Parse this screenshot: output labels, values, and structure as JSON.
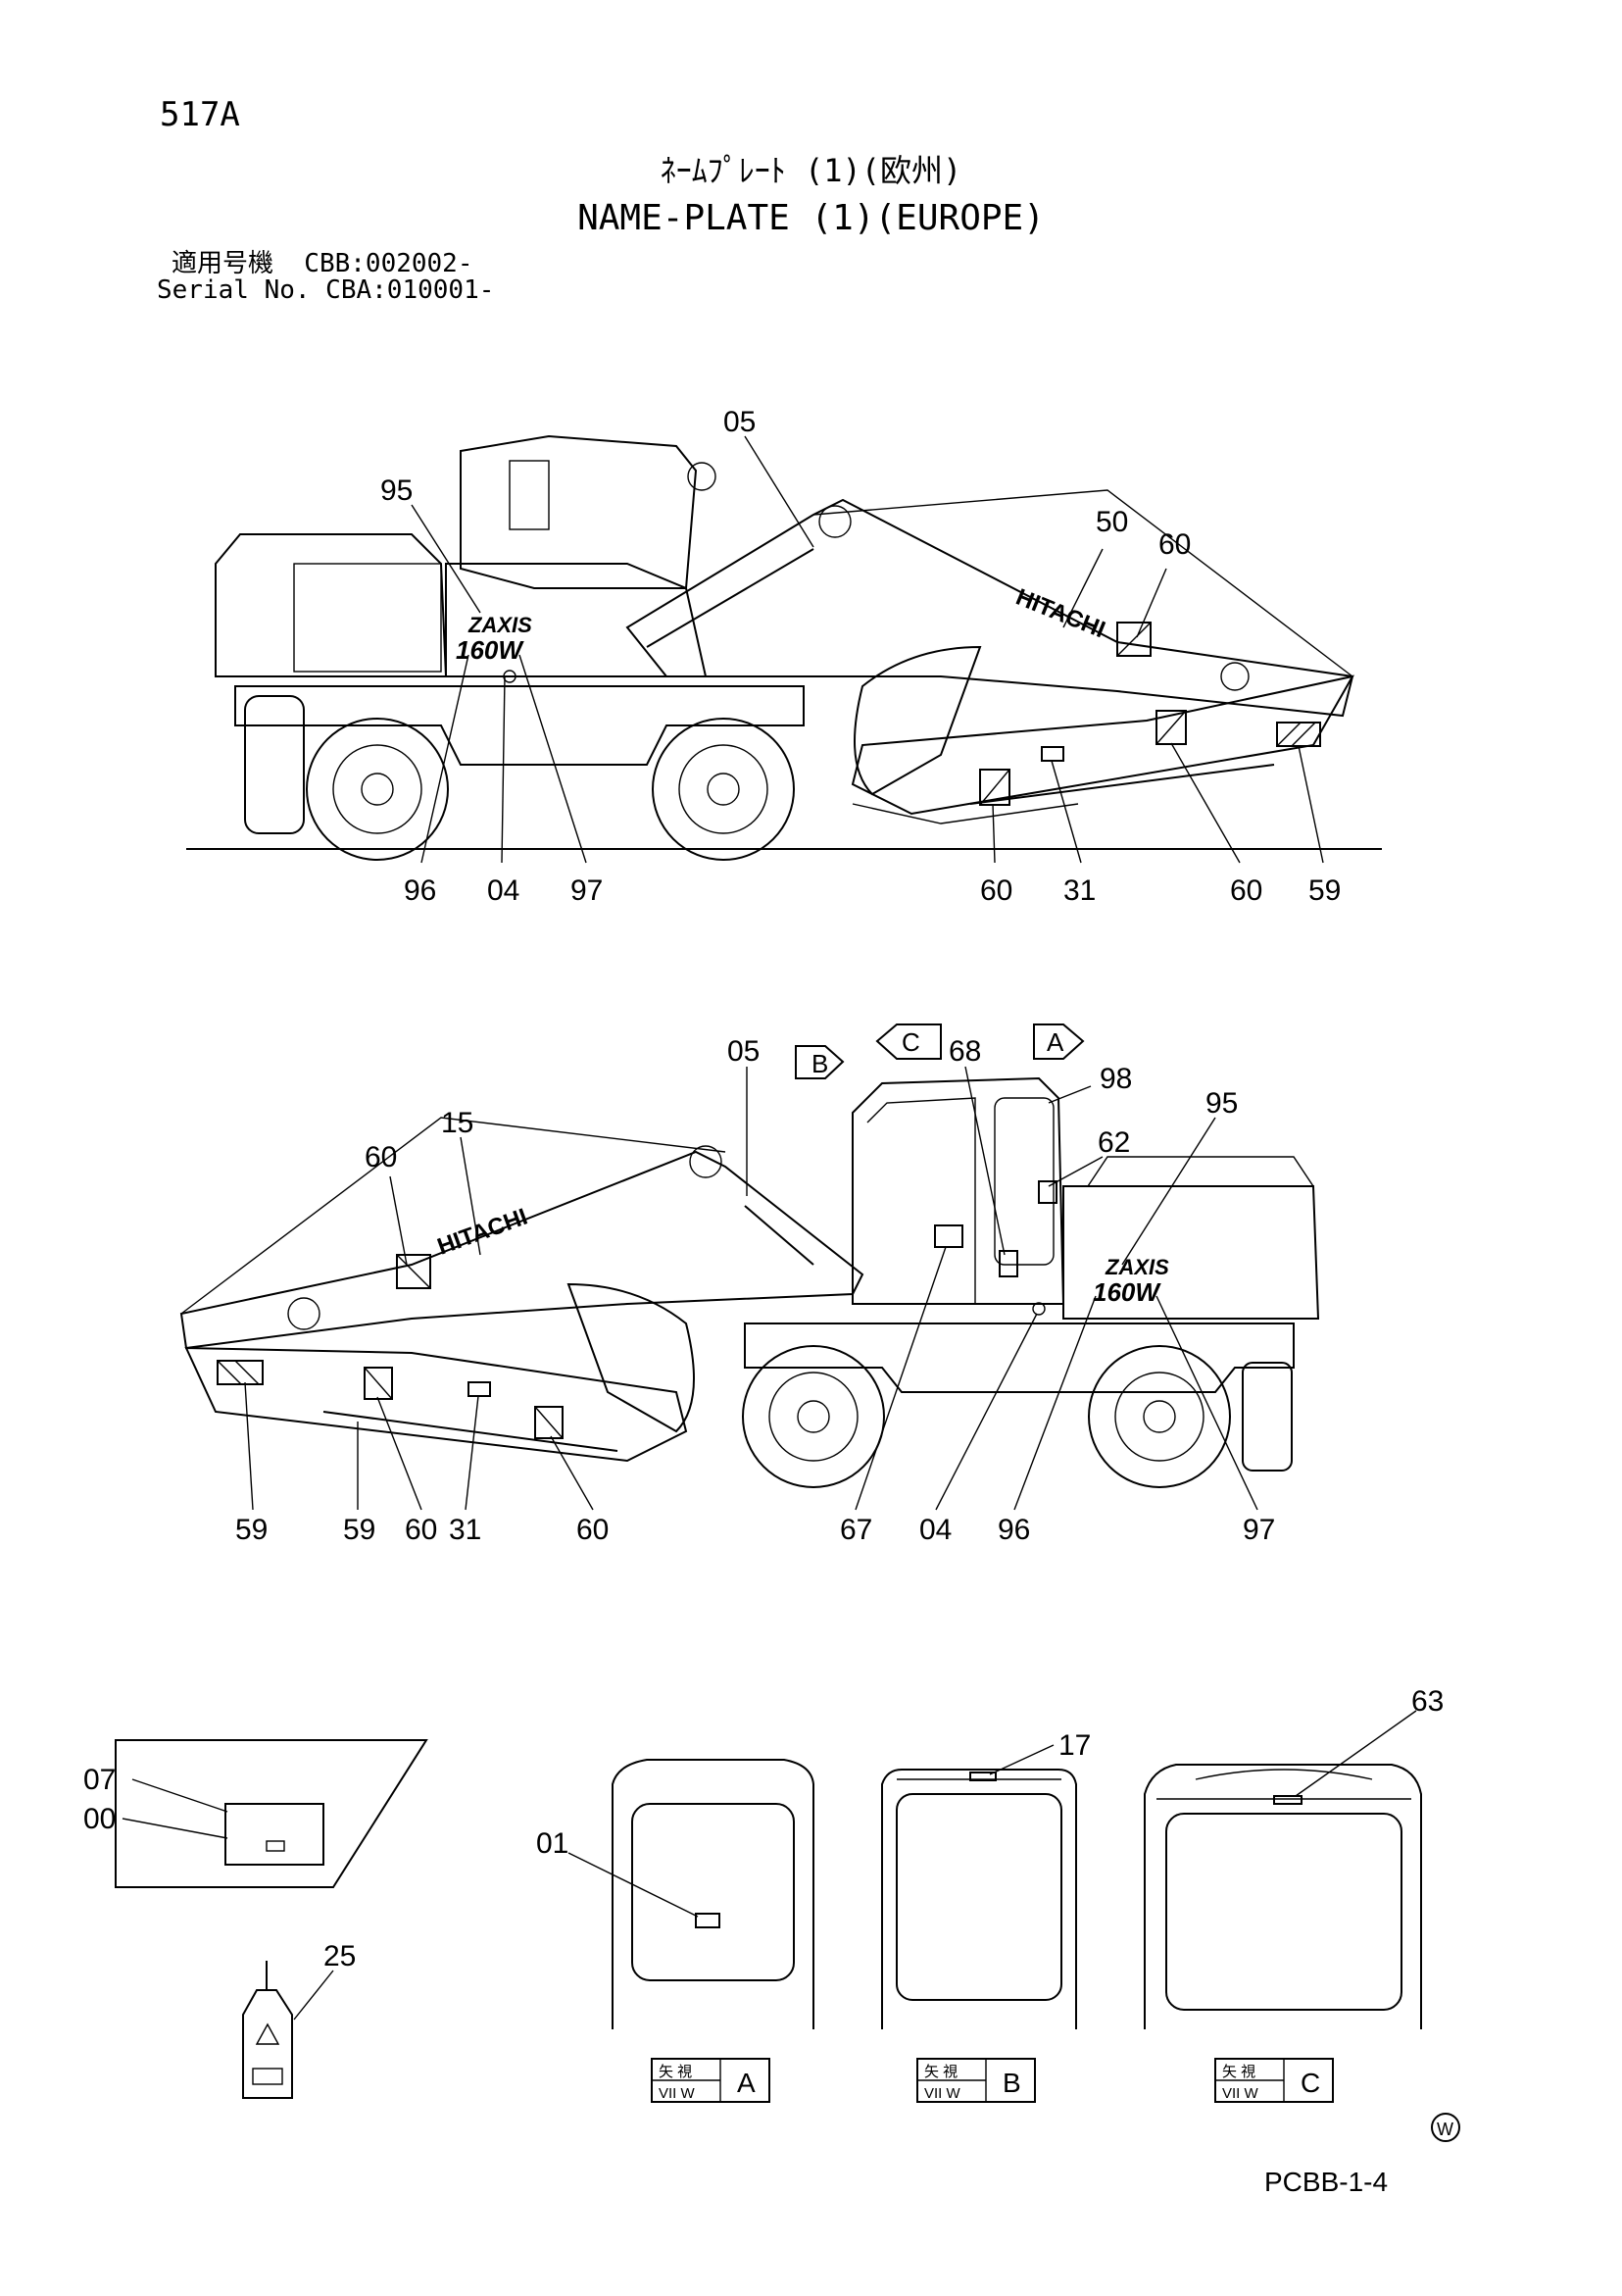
{
  "header": {
    "page_number": "517A",
    "title_jp": "ﾈｰﾑﾌﾟﾚｰﾄ (1)(欧州)",
    "title_en": "NAME-PLATE (1)(EUROPE)",
    "serial_line_1": "適用号機  CBB:002002-",
    "serial_line_2": "Serial No. CBA:010001-"
  },
  "view1": {
    "brand": "HITACHI",
    "model_top": "ZAXIS",
    "model_bottom": "160W",
    "callouts": [
      "05",
      "95",
      "50",
      "60",
      "96",
      "04",
      "97",
      "60",
      "31",
      "60",
      "59"
    ]
  },
  "view2": {
    "brand": "HITACHI",
    "model_top": "ZAXIS",
    "model_bottom": "160W",
    "view_markers": [
      "B",
      "C",
      "A"
    ],
    "callouts": [
      "05",
      "68",
      "98",
      "60",
      "15",
      "62",
      "95",
      "59",
      "59",
      "60",
      "31",
      "60",
      "67",
      "04",
      "96",
      "97"
    ]
  },
  "details": {
    "plate_callouts": [
      "07",
      "00"
    ],
    "tag_callout": "25",
    "window_a_callout": "01",
    "window_b_callout": "17",
    "window_c_callout": "63",
    "view_labels": [
      {
        "jp": "矢 視",
        "roman": "VII W",
        "letter": "A"
      },
      {
        "jp": "矢 視",
        "roman": "VII W",
        "letter": "B"
      },
      {
        "jp": "矢 視",
        "roman": "VII W",
        "letter": "C"
      }
    ]
  },
  "footer": {
    "symbol": "W",
    "code": "PCBB-1-4"
  }
}
